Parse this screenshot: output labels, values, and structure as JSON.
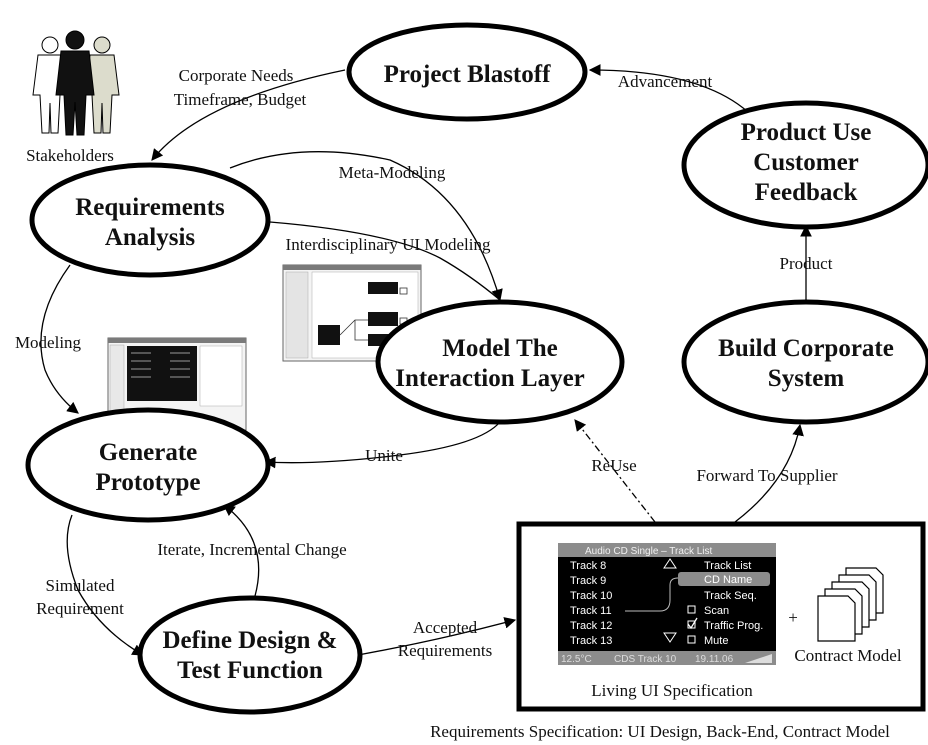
{
  "nodes": {
    "blastoff": "Project Blastoff",
    "req_line1": "Requirements",
    "req_line2": "Analysis",
    "model_line1": "Model The",
    "model_line2": "Interaction Layer",
    "gen_line1": "Generate",
    "gen_line2": "Prototype",
    "define_line1": "Define Design &",
    "define_line2": "Test Function",
    "build_line1": "Build Corporate",
    "build_line2": "System",
    "feedback_line1": "Product Use",
    "feedback_line2": "Customer",
    "feedback_line3": "Feedback"
  },
  "edges": {
    "corporate_needs": "Corporate Needs",
    "timeframe_budget": "Timeframe, Budget",
    "meta_modeling": "Meta-Modeling",
    "interdisciplinary": "Interdisciplinary UI Modeling",
    "modeling": "Modeling",
    "unite": "Unite",
    "iterate": "Iterate, Incremental Change",
    "simulated": "Simulated",
    "requirement": "Requirement",
    "accepted": "Accepted",
    "requirements": "Requirements",
    "reuse": "ReUse",
    "forward": "Forward To Supplier",
    "product": "Product",
    "advancement": "Advancement"
  },
  "labels": {
    "stakeholders": "Stakeholders",
    "living_spec": "Living UI Specification",
    "contract_model": "Contract Model",
    "plus": "+",
    "footer": "Requirements Specification: UI Design, Back-End, Contract Model"
  },
  "ui_spec": {
    "header": "Audio CD Single – Track List",
    "tracks": [
      "Track 8",
      "Track 9",
      "Track 10",
      "Track 11",
      "Track 12",
      "Track 13"
    ],
    "menu": [
      "Track List",
      "CD Name",
      "Track Seq.",
      "Scan",
      "Traffic Prog.",
      "Mute"
    ],
    "status": [
      "12.5°C",
      "CDS Track 10",
      "19.11.06"
    ]
  }
}
